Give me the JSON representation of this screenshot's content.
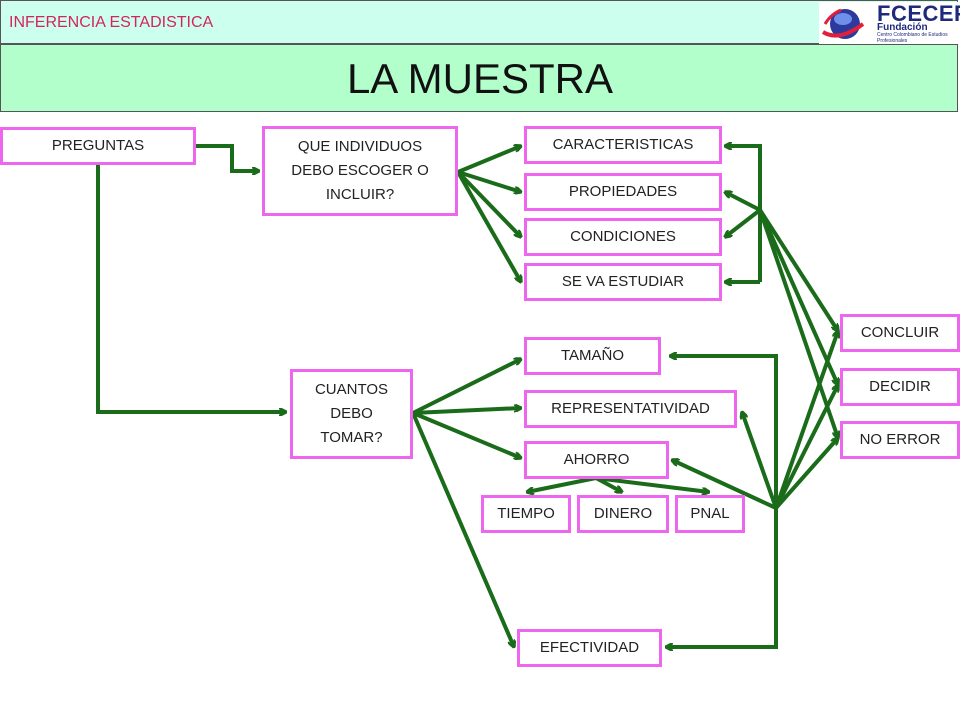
{
  "header": {
    "subject": "INFERENCIA ESTADISTICA"
  },
  "logo": {
    "name": "FCECEP",
    "line1": "Fundación",
    "line2": "Centro Colombiano de Estudios Profesionales"
  },
  "title": "LA MUESTRA",
  "nodes": {
    "preguntas": "PREGUNTAS",
    "que_individuos": "QUE INDIVIDUOS DEBO ESCOGER O INCLUIR?",
    "caracteristicas": "CARACTERISTICAS",
    "propiedades": "PROPIEDADES",
    "condiciones": "CONDICIONES",
    "se_va_estudiar": "SE VA ESTUDIAR",
    "cuantos": "CUANTOS DEBO TOMAR?",
    "tamano": "TAMAÑO",
    "representatividad": "REPRESENTATIVIDAD",
    "ahorro": "AHORRO",
    "tiempo": "TIEMPO",
    "dinero": "DINERO",
    "pnal": "PNAL",
    "efectividad": "EFECTIVIDAD",
    "concluir": "CONCLUIR",
    "decidir": "DECIDIR",
    "no_error": "NO ERROR"
  },
  "colors": {
    "arrow": "#1a6b1a",
    "box_border": "#ee66ee",
    "header_bg": "#ccffee",
    "title_bg": "#b3ffcc",
    "header_text": "#d4245f"
  }
}
